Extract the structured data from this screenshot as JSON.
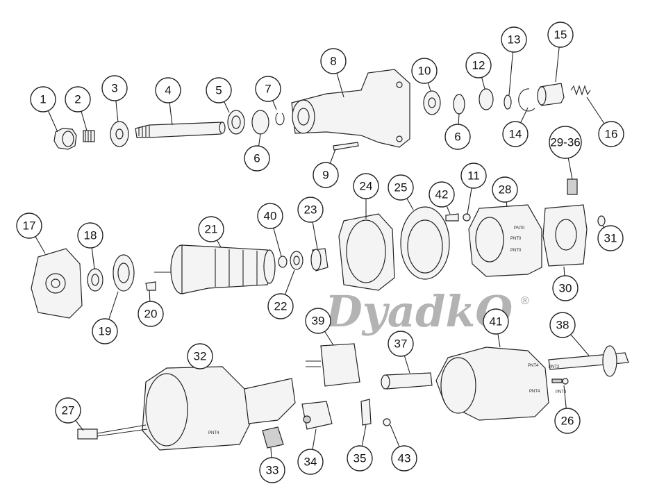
{
  "watermark": {
    "text": "DyadkO",
    "mark": "®"
  },
  "callouts": [
    {
      "id": "c1",
      "label": "1"
    },
    {
      "id": "c2",
      "label": "2"
    },
    {
      "id": "c3",
      "label": "3"
    },
    {
      "id": "c4",
      "label": "4"
    },
    {
      "id": "c5",
      "label": "5"
    },
    {
      "id": "c6a",
      "label": "6"
    },
    {
      "id": "c7",
      "label": "7"
    },
    {
      "id": "c8",
      "label": "8"
    },
    {
      "id": "c9",
      "label": "9"
    },
    {
      "id": "c10",
      "label": "10"
    },
    {
      "id": "c6b",
      "label": "6"
    },
    {
      "id": "c12",
      "label": "12"
    },
    {
      "id": "c13",
      "label": "13"
    },
    {
      "id": "c14",
      "label": "14"
    },
    {
      "id": "c15",
      "label": "15"
    },
    {
      "id": "c16",
      "label": "16"
    },
    {
      "id": "c2936",
      "label": "29-36"
    },
    {
      "id": "c11",
      "label": "11"
    },
    {
      "id": "c42",
      "label": "42"
    },
    {
      "id": "c28",
      "label": "28"
    },
    {
      "id": "c24",
      "label": "24"
    },
    {
      "id": "c25",
      "label": "25"
    },
    {
      "id": "c17",
      "label": "17"
    },
    {
      "id": "c18",
      "label": "18"
    },
    {
      "id": "c21",
      "label": "21"
    },
    {
      "id": "c40",
      "label": "40"
    },
    {
      "id": "c23",
      "label": "23"
    },
    {
      "id": "c31",
      "label": "31"
    },
    {
      "id": "c30",
      "label": "30"
    },
    {
      "id": "c19",
      "label": "19"
    },
    {
      "id": "c20",
      "label": "20"
    },
    {
      "id": "c22",
      "label": "22"
    },
    {
      "id": "c39",
      "label": "39"
    },
    {
      "id": "c41",
      "label": "41"
    },
    {
      "id": "c38",
      "label": "38"
    },
    {
      "id": "c37",
      "label": "37"
    },
    {
      "id": "c32",
      "label": "32"
    },
    {
      "id": "c27",
      "label": "27"
    },
    {
      "id": "c26",
      "label": "26"
    },
    {
      "id": "c33",
      "label": "33"
    },
    {
      "id": "c34",
      "label": "34"
    },
    {
      "id": "c35",
      "label": "35"
    },
    {
      "id": "c43",
      "label": "43"
    }
  ],
  "part_markings": {
    "pnt": "PNT0",
    "pnt4": "PNT4",
    "pnt3": "PNT3",
    "pnt2": "PNT2"
  }
}
